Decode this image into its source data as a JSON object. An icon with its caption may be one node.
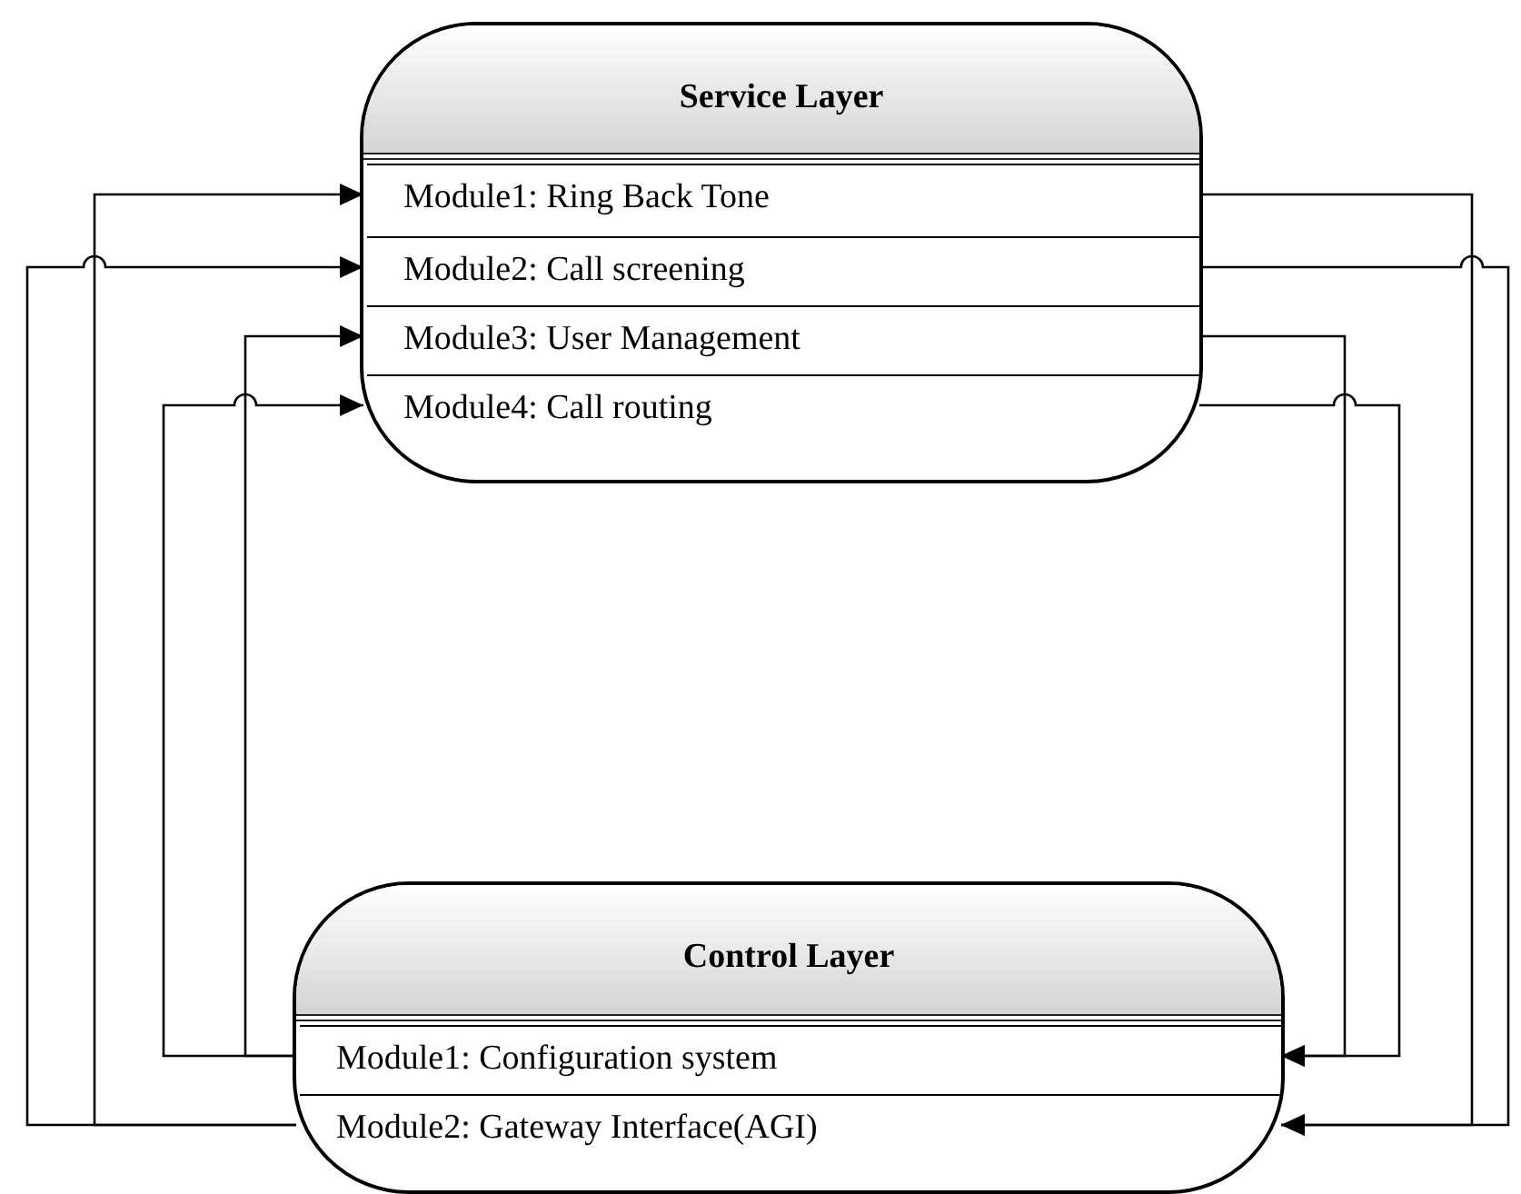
{
  "diagram": {
    "nodes": [
      {
        "text": [
          "Service Layer"
        ]
      },
      {
        "text": [
          "Module1: Ring Back Tone"
        ],
        "in": 0
      },
      {
        "text": [
          "Module2: Call screening"
        ],
        "in": 0
      },
      {
        "text": [
          "Module3: User Management"
        ],
        "in": 0
      },
      {
        "text": [
          "Module4: Call routing"
        ],
        "in": 0
      },
      {
        "text": [
          "Control Layer"
        ]
      },
      {
        "text": [
          "Module1: Configuration system"
        ],
        "in": 5
      },
      {
        "text": [
          "Module2: Gateway Interface(AGI)"
        ],
        "in": 5
      }
    ],
    "edges": [
      {
        "from": 6,
        "to": 4,
        "arrow": "to"
      },
      {
        "from": 6,
        "to": 3,
        "arrow": "to"
      },
      {
        "from": 7,
        "to": 2,
        "arrow": "to"
      },
      {
        "from": 7,
        "to": 1,
        "arrow": "to"
      },
      {
        "from": 1,
        "to": 7,
        "arrow": "to"
      },
      {
        "from": 2,
        "to": 7,
        "arrow": "to"
      },
      {
        "from": 3,
        "to": 6,
        "arrow": "to"
      },
      {
        "from": 4,
        "to": 6,
        "arrow": "to"
      }
    ]
  }
}
